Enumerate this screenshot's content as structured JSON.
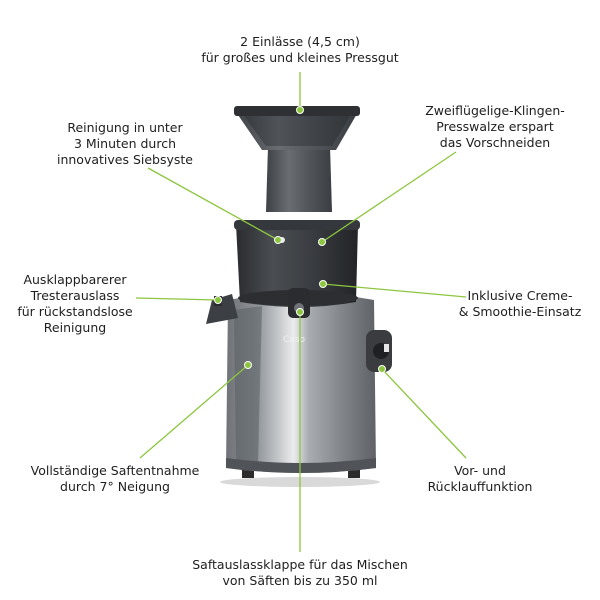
{
  "brand": "Caso",
  "colors": {
    "callout_line": "#8cc63f",
    "callout_dot": "#8cc63f"
  },
  "callouts": {
    "inlets": {
      "lines": [
        "2 Einlässe (4,5 cm)",
        "für großes und kleines Pressgut"
      ]
    },
    "cleaning": {
      "lines": [
        "Reinigung in unter",
        "3 Minuten durch",
        "innovatives Siebsyste"
      ]
    },
    "auger": {
      "lines": [
        "Zweiflügelige-Klingen-",
        "Presswalze erspart",
        "das Vorschneiden"
      ]
    },
    "pomace": {
      "lines": [
        "Ausklappbarerer",
        "Tresterauslass",
        "für rückstandslose",
        "Reinigung"
      ]
    },
    "cream": {
      "lines": [
        "Inklusive Creme-",
        "& Smoothie-Einsatz"
      ]
    },
    "extraction": {
      "lines": [
        "Vollständige Saftentnahme",
        "durch 7° Neigung"
      ]
    },
    "reverse": {
      "lines": [
        "Vor- und",
        "Rücklauffunktion"
      ]
    },
    "spout": {
      "lines": [
        "Saftauslassklappe für das Mischen",
        "von Säften bis zu 350 ml"
      ]
    }
  }
}
